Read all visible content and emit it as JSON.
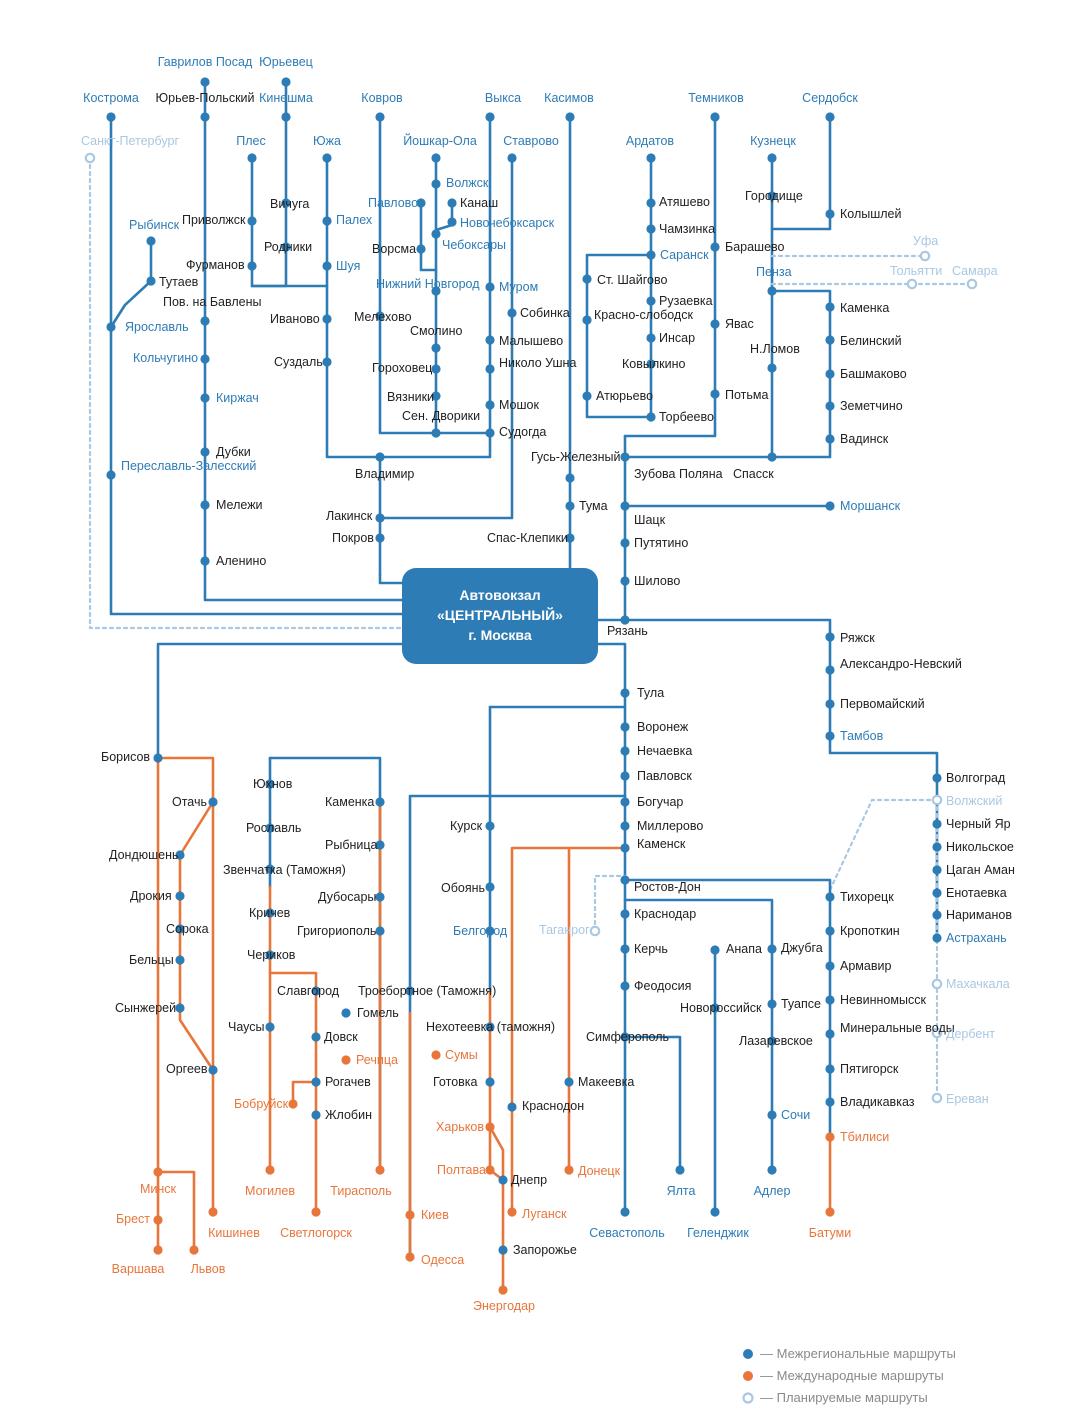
{
  "colors": {
    "blue": "#2e7cb5",
    "orange": "#e8763a",
    "planned": "#a9c8e2",
    "text": "#222222",
    "hub_bg": "#2e7cb5",
    "hub_text": "#ffffff"
  },
  "hub": {
    "line1": "Автовокзал",
    "line2": "«ЦЕНТРАЛЬНЫЙ»",
    "line3": "г. Москва"
  },
  "legend": [
    {
      "text": "— Межрегиональные маршруты",
      "kind": "blue"
    },
    {
      "text": "— Международные маршруты",
      "kind": "orange"
    },
    {
      "text": "— Планируемые маршруты",
      "kind": "planned"
    }
  ],
  "stations": [
    {
      "name": "Гаврилов Посад",
      "style": "blue"
    },
    {
      "name": "Юрьевец",
      "style": "blue"
    },
    {
      "name": "Кострома",
      "style": "blue"
    },
    {
      "name": "Юрьев-Польский",
      "style": "dark"
    },
    {
      "name": "Кинешма",
      "style": "blue"
    },
    {
      "name": "Ковров",
      "style": "blue"
    },
    {
      "name": "Выкса",
      "style": "blue"
    },
    {
      "name": "Касимов",
      "style": "blue"
    },
    {
      "name": "Темников",
      "style": "blue"
    },
    {
      "name": "Сердобск",
      "style": "blue"
    },
    {
      "name": "Санкт-Петербург",
      "style": "planned"
    },
    {
      "name": "Плес",
      "style": "blue"
    },
    {
      "name": "Южа",
      "style": "blue"
    },
    {
      "name": "Йошкар-Ола",
      "style": "blue"
    },
    {
      "name": "Ставрово",
      "style": "blue"
    },
    {
      "name": "Ардатов",
      "style": "blue"
    },
    {
      "name": "Кузнецк",
      "style": "blue"
    },
    {
      "name": "Волжск",
      "style": "blue"
    },
    {
      "name": "Канаш",
      "style": "dark"
    },
    {
      "name": "Вичуга",
      "style": "dark"
    },
    {
      "name": "Павлово",
      "style": "blue"
    },
    {
      "name": "Атяшево",
      "style": "dark"
    },
    {
      "name": "Городище",
      "style": "dark"
    },
    {
      "name": "Приволжск",
      "style": "dark"
    },
    {
      "name": "Палех",
      "style": "blue"
    },
    {
      "name": "Новочебоксарск",
      "style": "blue"
    },
    {
      "name": "Чамзинка",
      "style": "dark"
    },
    {
      "name": "Колышлей",
      "style": "dark"
    },
    {
      "name": "Рыбинск",
      "style": "blue"
    },
    {
      "name": "Ворсма",
      "style": "dark"
    },
    {
      "name": "Чебоксары",
      "style": "blue"
    },
    {
      "name": "Родники",
      "style": "dark"
    },
    {
      "name": "Барашево",
      "style": "dark"
    },
    {
      "name": "Уфа",
      "style": "planned"
    },
    {
      "name": "Саранск",
      "style": "blue"
    },
    {
      "name": "Фурманов",
      "style": "dark"
    },
    {
      "name": "Шуя",
      "style": "blue"
    },
    {
      "name": "Тольятти",
      "style": "planned"
    },
    {
      "name": "Самара",
      "style": "planned"
    },
    {
      "name": "Пенза",
      "style": "blue"
    },
    {
      "name": "Тутаев",
      "style": "dark"
    },
    {
      "name": "Ст. Шайгово",
      "style": "dark"
    },
    {
      "name": "Нижний Новгород",
      "style": "blue"
    },
    {
      "name": "Муром",
      "style": "blue"
    },
    {
      "name": "Пов. на Бавлены",
      "style": "dark"
    },
    {
      "name": "Рузаевка",
      "style": "dark"
    },
    {
      "name": "Каменка",
      "style": "dark"
    },
    {
      "name": "Мелехово",
      "style": "dark"
    },
    {
      "name": "Собинка",
      "style": "dark"
    },
    {
      "name": "Красно-слободск",
      "style": "dark"
    },
    {
      "name": "Ярославль",
      "style": "blue"
    },
    {
      "name": "Иваново",
      "style": "dark"
    },
    {
      "name": "Яваc",
      "style": "dark"
    },
    {
      "name": "Смолино",
      "style": "dark"
    },
    {
      "name": "Инсар",
      "style": "dark"
    },
    {
      "name": "Белинский",
      "style": "dark"
    },
    {
      "name": "Малышево",
      "style": "dark"
    },
    {
      "name": "Н.Ломов",
      "style": "dark"
    },
    {
      "name": "Кольчугино",
      "style": "blue"
    },
    {
      "name": "Суздаль",
      "style": "dark"
    },
    {
      "name": "Николо Ушна",
      "style": "dark"
    },
    {
      "name": "Ковылкино",
      "style": "dark"
    },
    {
      "name": "Гороховец",
      "style": "dark"
    },
    {
      "name": "Башмаково",
      "style": "dark"
    },
    {
      "name": "Вязники",
      "style": "dark"
    },
    {
      "name": "Атюрьево",
      "style": "dark"
    },
    {
      "name": "Потьма",
      "style": "dark"
    },
    {
      "name": "Киржач",
      "style": "blue"
    },
    {
      "name": "Мошок",
      "style": "dark"
    },
    {
      "name": "Земетчино",
      "style": "dark"
    },
    {
      "name": "Сен. Дворики",
      "style": "dark"
    },
    {
      "name": "Торбеево",
      "style": "dark"
    },
    {
      "name": "Судогда",
      "style": "dark"
    },
    {
      "name": "Вадинск",
      "style": "dark"
    },
    {
      "name": "Дубки",
      "style": "dark"
    },
    {
      "name": "Гусь-Железный",
      "style": "dark"
    },
    {
      "name": "Переславль-Залесский",
      "style": "blue"
    },
    {
      "name": "Владимир",
      "style": "dark"
    },
    {
      "name": "Зубова Поляна",
      "style": "dark"
    },
    {
      "name": "Спасск",
      "style": "dark"
    },
    {
      "name": "Тума",
      "style": "dark"
    },
    {
      "name": "Моршанск",
      "style": "blue"
    },
    {
      "name": "Мележи",
      "style": "dark"
    },
    {
      "name": "Лакинск",
      "style": "dark"
    },
    {
      "name": "Шацк",
      "style": "dark"
    },
    {
      "name": "Покров",
      "style": "dark"
    },
    {
      "name": "Спас-Клепики",
      "style": "dark"
    },
    {
      "name": "Путятино",
      "style": "dark"
    },
    {
      "name": "Аленино",
      "style": "dark"
    },
    {
      "name": "Шилово",
      "style": "dark"
    },
    {
      "name": "Рязань",
      "style": "dark"
    },
    {
      "name": "Ряжск",
      "style": "dark"
    },
    {
      "name": "Александро-Невский",
      "style": "dark"
    },
    {
      "name": "Тула",
      "style": "dark"
    },
    {
      "name": "Первомайский",
      "style": "dark"
    },
    {
      "name": "Воронеж",
      "style": "dark"
    },
    {
      "name": "Тамбов",
      "style": "blue"
    },
    {
      "name": "Нечаевка",
      "style": "dark"
    },
    {
      "name": "Борисов",
      "style": "dark"
    },
    {
      "name": "Павловск",
      "style": "dark"
    },
    {
      "name": "Волгоград",
      "style": "dark"
    },
    {
      "name": "Юхнов",
      "style": "dark"
    },
    {
      "name": "Богучар",
      "style": "dark"
    },
    {
      "name": "Волжский",
      "style": "planned"
    },
    {
      "name": "Отачь",
      "style": "dark"
    },
    {
      "name": "Каменка",
      "style": "dark"
    },
    {
      "name": "Курск",
      "style": "dark"
    },
    {
      "name": "Рославль",
      "style": "dark"
    },
    {
      "name": "Миллерово",
      "style": "dark"
    },
    {
      "name": "Черный Яр",
      "style": "dark"
    },
    {
      "name": "Каменск",
      "style": "dark"
    },
    {
      "name": "Рыбница",
      "style": "dark"
    },
    {
      "name": "Никольское",
      "style": "dark"
    },
    {
      "name": "Дондюшень",
      "style": "dark"
    },
    {
      "name": "Звенчатка (Таможня)",
      "style": "dark"
    },
    {
      "name": "Цаган Аман",
      "style": "dark"
    },
    {
      "name": "Ростов-Дон",
      "style": "dark"
    },
    {
      "name": "Обоянь",
      "style": "dark"
    },
    {
      "name": "Дрокия",
      "style": "dark"
    },
    {
      "name": "Енотаевка",
      "style": "dark"
    },
    {
      "name": "Дубосары",
      "style": "dark"
    },
    {
      "name": "Тихорецк",
      "style": "dark"
    },
    {
      "name": "Кричев",
      "style": "dark"
    },
    {
      "name": "Краснодар",
      "style": "dark"
    },
    {
      "name": "Нариманов",
      "style": "dark"
    },
    {
      "name": "Сорока",
      "style": "dark"
    },
    {
      "name": "Таганрог",
      "style": "planned"
    },
    {
      "name": "Белгород",
      "style": "blue"
    },
    {
      "name": "Григориополь",
      "style": "dark"
    },
    {
      "name": "Кропоткин",
      "style": "dark"
    },
    {
      "name": "Астрахань",
      "style": "blue"
    },
    {
      "name": "Керчь",
      "style": "dark"
    },
    {
      "name": "Анапа",
      "style": "dark"
    },
    {
      "name": "Джубга",
      "style": "dark"
    },
    {
      "name": "Чериков",
      "style": "dark"
    },
    {
      "name": "Бельцы",
      "style": "dark"
    },
    {
      "name": "Армавир",
      "style": "dark"
    },
    {
      "name": "Махачкала",
      "style": "planned"
    },
    {
      "name": "Славгород",
      "style": "dark"
    },
    {
      "name": "Феодосия",
      "style": "dark"
    },
    {
      "name": "Троебортное (Таможня)",
      "style": "dark"
    },
    {
      "name": "Туапсе",
      "style": "dark"
    },
    {
      "name": "Невинномысск",
      "style": "dark"
    },
    {
      "name": "Сынжерей",
      "style": "dark"
    },
    {
      "name": "Новороссийск",
      "style": "dark"
    },
    {
      "name": "Гомель",
      "style": "dark"
    },
    {
      "name": "Чаусы",
      "style": "dark"
    },
    {
      "name": "Нехотеевка (таможня)",
      "style": "dark"
    },
    {
      "name": "Минеральные воды",
      "style": "dark"
    },
    {
      "name": "Довск",
      "style": "dark"
    },
    {
      "name": "Дербент",
      "style": "planned"
    },
    {
      "name": "Симферополь",
      "style": "dark"
    },
    {
      "name": "Лазаревское",
      "style": "dark"
    },
    {
      "name": "Речица",
      "style": "orange"
    },
    {
      "name": "Сумы",
      "style": "orange"
    },
    {
      "name": "Оргеев",
      "style": "dark"
    },
    {
      "name": "Пятигорск",
      "style": "dark"
    },
    {
      "name": "Рогачев",
      "style": "dark"
    },
    {
      "name": "Готовка",
      "style": "dark"
    },
    {
      "name": "Макеевка",
      "style": "dark"
    },
    {
      "name": "Ереван",
      "style": "planned"
    },
    {
      "name": "Бобруйск",
      "style": "orange"
    },
    {
      "name": "Владикавказ",
      "style": "dark"
    },
    {
      "name": "Краснодон",
      "style": "dark"
    },
    {
      "name": "Жлобин",
      "style": "dark"
    },
    {
      "name": "Сочи",
      "style": "blue"
    },
    {
      "name": "Харьков",
      "style": "orange"
    },
    {
      "name": "Тбилиси",
      "style": "orange"
    },
    {
      "name": "Полтава",
      "style": "orange"
    },
    {
      "name": "Донецк",
      "style": "orange"
    },
    {
      "name": "Могилев",
      "style": "orange"
    },
    {
      "name": "Ялта",
      "style": "blue"
    },
    {
      "name": "Днепр",
      "style": "dark"
    },
    {
      "name": "Адлер",
      "style": "blue"
    },
    {
      "name": "Минск",
      "style": "orange"
    },
    {
      "name": "Тирасполь",
      "style": "orange"
    },
    {
      "name": "Брест",
      "style": "orange"
    },
    {
      "name": "Луганск",
      "style": "orange"
    },
    {
      "name": "Киев",
      "style": "orange"
    },
    {
      "name": "Кишинев",
      "style": "orange"
    },
    {
      "name": "Светлогорск",
      "style": "orange"
    },
    {
      "name": "Севастополь",
      "style": "blue"
    },
    {
      "name": "Геленджик",
      "style": "blue"
    },
    {
      "name": "Батуми",
      "style": "orange"
    },
    {
      "name": "Запорожье",
      "style": "dark"
    },
    {
      "name": "Одесса",
      "style": "orange"
    },
    {
      "name": "Варшава",
      "style": "orange"
    },
    {
      "name": "Львов",
      "style": "orange"
    },
    {
      "name": "Энергодар",
      "style": "orange"
    }
  ]
}
